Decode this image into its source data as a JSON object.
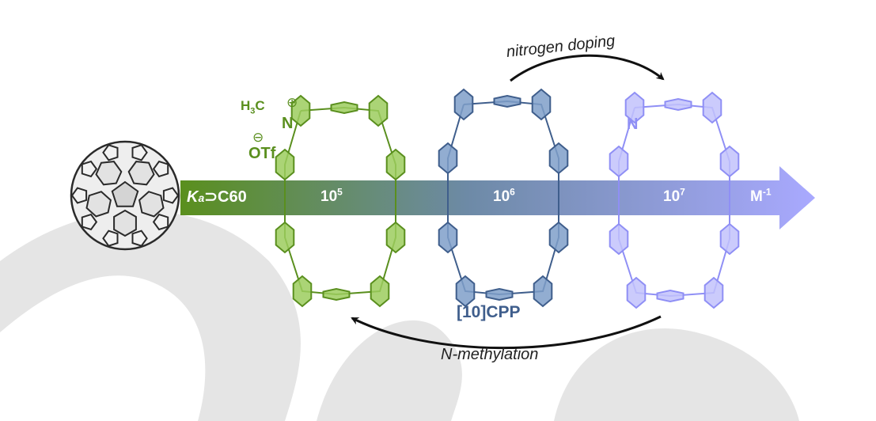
{
  "labels": {
    "ka_symbol": "K",
    "ka_subscript": "a",
    "ka_target": "⊃C",
    "ka_target_sub": "60",
    "k1_base": "10",
    "k1_exp": "5",
    "k2_base": "10",
    "k2_exp": "6",
    "k3_base": "10",
    "k3_exp": "7",
    "unit_base": "M",
    "unit_exp": "-1",
    "methyl_h": "H",
    "methyl_h_sub": "3",
    "methyl_c": "C",
    "nitrogen_plus": "N",
    "plus_sign": "⊕",
    "minus_sign": "⊖",
    "counterion": "OTf",
    "nitrogen": "N",
    "cpp_label": "[10]CPP",
    "top_arrow_label": "nitrogen doping",
    "bottom_arrow_label": "N-methylation"
  },
  "colors": {
    "green": "#5a8f1e",
    "green_fill": "#9ccc5e",
    "blue": "#3f5e8c",
    "blue_fill": "#7f9fc9",
    "violet": "#8f8ff5",
    "violet_fill": "#c2c2fb",
    "fullerene_stroke": "#2a2a2a",
    "watermark": "#e5e5e5"
  },
  "icons": {
    "fullerene": "c60-fullerene-icon",
    "ring_left": "n-methyl-pyridinium-cpp-icon",
    "ring_middle": "cpp-10-icon",
    "ring_right": "aza-cpp-icon"
  }
}
